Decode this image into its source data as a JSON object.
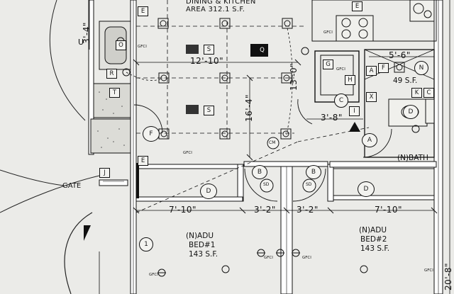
{
  "rooms": {
    "dining": {
      "line1": "DINING & KITCHEN",
      "line2": "AREA 312.1 S.F."
    },
    "bed1": {
      "name": "(N)ADU",
      "sub": "BED#1",
      "area": "143 S.F."
    },
    "bed2": {
      "name": "(N)ADU",
      "sub": "BED#2",
      "area": "143 S.F."
    },
    "bath": {
      "name": "(N)BATH",
      "area": "49 S.F."
    }
  },
  "dimensions": {
    "d_12_10": "12'-10\"",
    "d_16_4": "16'-4\"",
    "d_13_0": "13'-0\"",
    "d_5_6": "5'-6\"",
    "d_3_8": "3'-8\"",
    "d_7_10_left": "7'-10\"",
    "d_3_2_left": "3'-2\"",
    "d_3_2_right": "3'-2\"",
    "d_7_10_right": "7'-10\"",
    "d_20_8": "20'-8\"",
    "d_3_4": "3'-4\""
  },
  "labels": {
    "gate": "GATE",
    "sd": "SD",
    "cm": "CM",
    "gfci": "GFCI",
    "u": "U"
  },
  "tags": {
    "e": "E",
    "o": "O",
    "r": "R",
    "t": "T",
    "f": "F",
    "j": "J",
    "s": "S",
    "q": "Q",
    "g": "G",
    "h": "H",
    "a": "A",
    "x": "X",
    "k": "K",
    "c": "C",
    "i": "I",
    "d": "D",
    "b": "B",
    "n": "N",
    "one": "1"
  }
}
